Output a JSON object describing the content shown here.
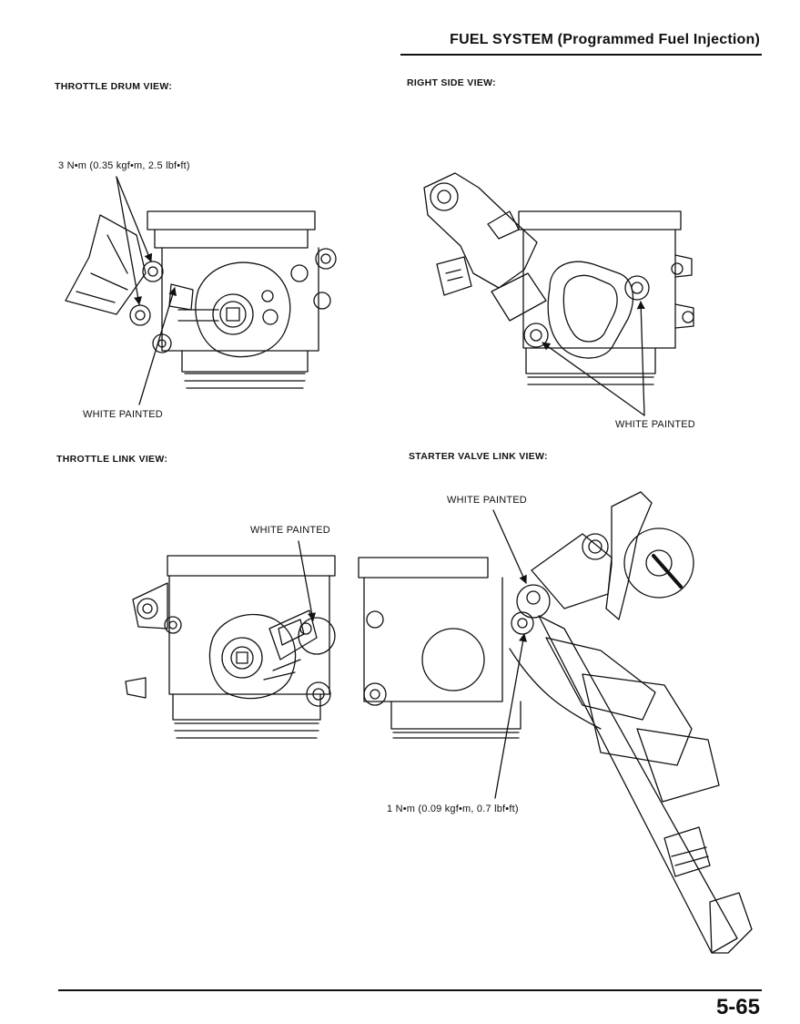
{
  "header": {
    "title": "FUEL SYSTEM (Programmed Fuel Injection)"
  },
  "views": {
    "throttle_drum": {
      "title": "THROTTLE DRUM VIEW:",
      "torque": "3 N•m (0.35 kgf•m, 2.5 lbf•ft)",
      "paint": "WHITE PAINTED"
    },
    "right_side": {
      "title": "RIGHT SIDE VIEW:",
      "paint": "WHITE PAINTED"
    },
    "throttle_link": {
      "title": "THROTTLE LINK VIEW:",
      "paint": "WHITE PAINTED"
    },
    "starter_valve_link": {
      "title": "STARTER VALVE LINK VIEW:",
      "paint": "WHITE PAINTED",
      "torque": "1 N•m (0.09 kgf•m, 0.7 lbf•ft)"
    }
  },
  "footer": {
    "page_number": "5-65"
  }
}
